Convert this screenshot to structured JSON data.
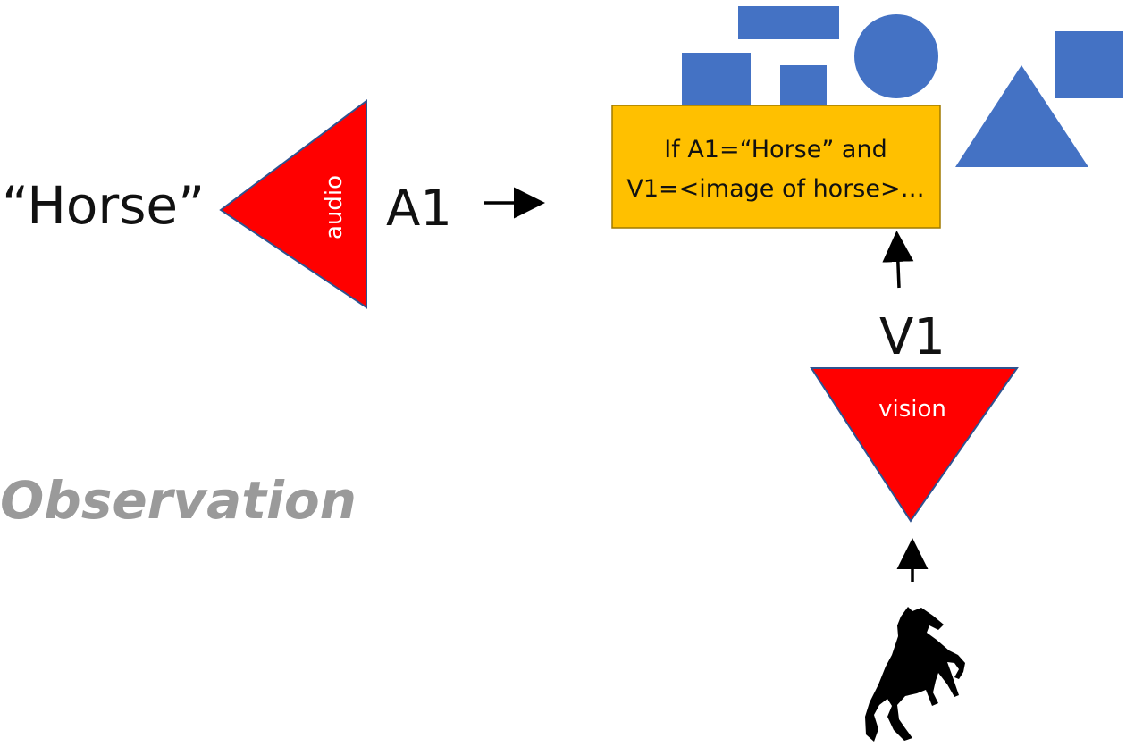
{
  "labels": {
    "quote_word": "“Horse”",
    "audio": "audio",
    "a1": "A1",
    "rule_line1": "If A1=“Horse” and",
    "rule_line2": "V1=<image of horse>…",
    "v1": "V1",
    "vision": "vision",
    "observation": "Observation"
  },
  "colors": {
    "sensor_red": "#ff0000",
    "sensor_border": "#2f528f",
    "shape_blue": "#4472c4",
    "rule_box_fill": "#ffc000",
    "rule_box_border": "#a07a00",
    "arrow": "#000000",
    "observation_gray": "#9a9a9a"
  },
  "icons": {
    "horse": "rearing-horse-silhouette-icon"
  }
}
